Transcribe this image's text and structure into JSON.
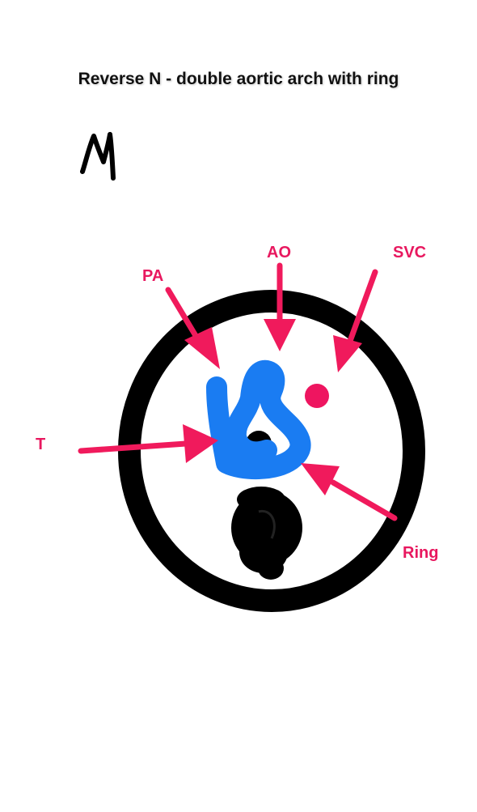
{
  "title": "Reverse N - double aortic arch with ring",
  "colors": {
    "ring": "#000000",
    "vessel": "#1a7cf2",
    "label": "#e8185f",
    "arrow": "#f01a5c",
    "svc_dot": "#ee1560"
  },
  "labels": {
    "pa": "PA",
    "ao": "AO",
    "svc": "SVC",
    "t": "T",
    "ring": "Ring"
  }
}
